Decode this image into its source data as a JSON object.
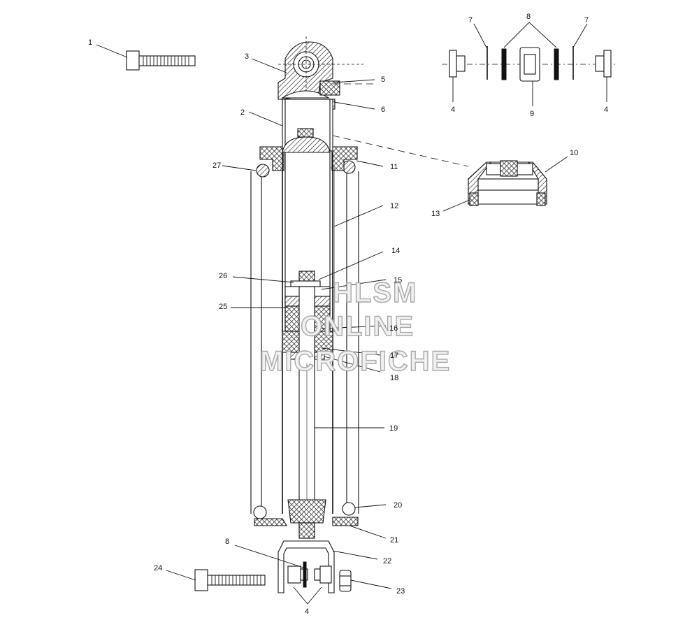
{
  "diagram": {
    "callouts": [
      "1",
      "2",
      "3",
      "4",
      "5",
      "6",
      "7",
      "8",
      "9",
      "10",
      "11",
      "12",
      "13",
      "14",
      "15",
      "16",
      "17",
      "18",
      "19",
      "20",
      "21",
      "22",
      "23",
      "24",
      "25",
      "26",
      "27"
    ],
    "bottom_callouts": {
      "c8": "8",
      "c24": "24",
      "c22": "22",
      "c23": "23",
      "c4": "4"
    },
    "inset_callouts": {
      "c7a": "7",
      "c8": "8",
      "c7b": "7",
      "c4a": "4",
      "c9": "9",
      "c4b": "4"
    }
  },
  "watermark": {
    "line1": "HLSM",
    "line2": "ONLINE",
    "line3": "MICROFICHE"
  }
}
